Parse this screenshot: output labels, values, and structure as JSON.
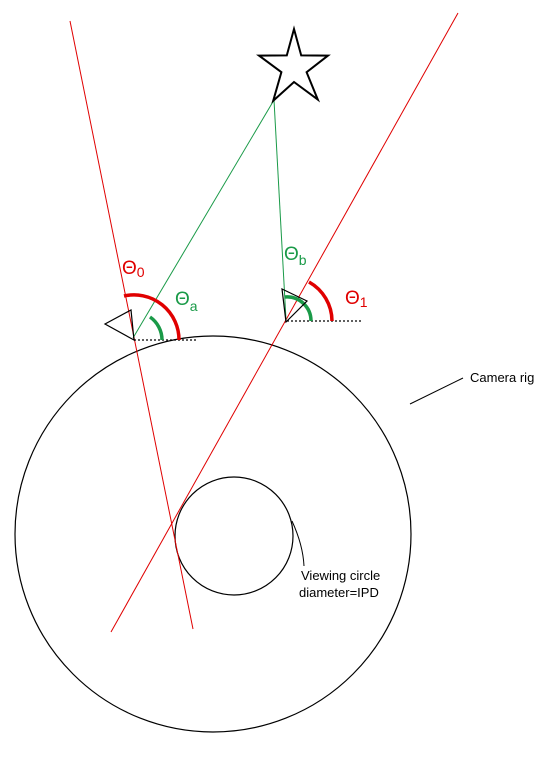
{
  "colors": {
    "red": "#e00000",
    "green": "#1a9a48",
    "black": "#000000",
    "background": "#ffffff"
  },
  "labels": {
    "theta_symbol": "Θ",
    "theta_0_sub": "0",
    "theta_1_sub": "1",
    "theta_a_sub": "a",
    "theta_b_sub": "b",
    "camera_rig": "Camera rig",
    "viewing_circle_line1": "Viewing circle",
    "viewing_circle_line2": "diameter=IPD"
  },
  "icons": {
    "target": "star-icon",
    "camera": "triangle-camera-icon"
  }
}
